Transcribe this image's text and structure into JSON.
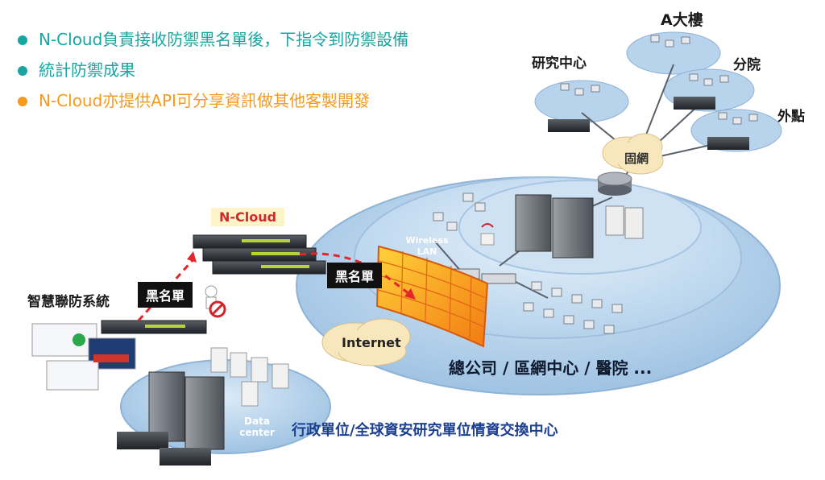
{
  "bullets": [
    {
      "text": "N-Cloud負責接收防禦黑名單後，下指令到防禦設備",
      "color": "#1aa5a0"
    },
    {
      "text": "統計防禦成果",
      "color": "#1aa5a0"
    },
    {
      "text": "N-Cloud亦提供API可分享資訊做其他客製開發",
      "color": "#f39a1f"
    }
  ],
  "labels": {
    "a_building": "A大樓",
    "research_center": "研究中心",
    "branch": "分院",
    "outside": "外點",
    "fixed_network": "固網",
    "ncloud": "N-Cloud",
    "blacklist_left": "黑名單",
    "blacklist_right": "黑名單",
    "smart_defense": "智慧聯防系統",
    "wireless_lan": "Wireless\nLAN",
    "internet": "Internet",
    "hq": "總公司 / 區網中心 / 醫院 ...",
    "data_center": "Data\ncenter",
    "gov": "行政單位/全球資安研究單位情資交換中心"
  },
  "icons": [
    "server-rack-icon",
    "router-icon",
    "switch-icon",
    "firewall-icon",
    "pc-icon",
    "cloud-icon",
    "no-entry-icon",
    "wireless-ap-icon"
  ]
}
